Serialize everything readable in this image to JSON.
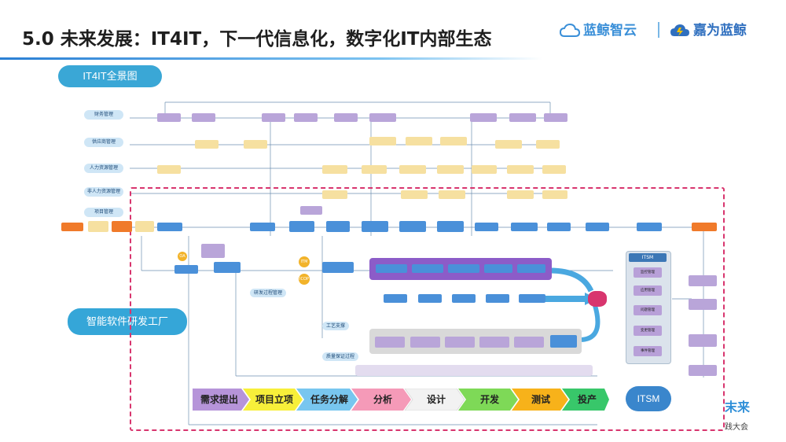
{
  "header": {
    "title": "5.0 未来发展：IT4IT，下一代信息化，数字化IT内部生态",
    "logo_left": "蓝鲸智云",
    "logo_right": "嘉为蓝鲸"
  },
  "pills": {
    "top": "IT4IT全景图",
    "side": "智能软件研发工厂"
  },
  "rows": [
    "财务管理",
    "供应商管理",
    "人力资源管理",
    "非人力资源管理",
    "项目管理"
  ],
  "sections": {
    "dev_process": "研发过程管理",
    "craft_support": "工艺支撑",
    "quality": "质量保证过程"
  },
  "circles": {
    "oa": "OA",
    "itm": "ITM",
    "icop": "ICOP"
  },
  "itsm_panel": {
    "title": "ITSM",
    "items": [
      "监控管理",
      "应用管理",
      "问题管理",
      "变更管理",
      "事件管理"
    ]
  },
  "stages": [
    "需求提出",
    "项目立项",
    "任务分解",
    "分析",
    "设计",
    "开发",
    "测试",
    "投产"
  ],
  "itsm_pill": "ITSM",
  "corner": {
    "top": "末来",
    "bottom": "践大会"
  },
  "colors": {
    "accent": "#3aa7d6",
    "frame": "#d8356e",
    "process": "#8c5cc8",
    "flow": "#4aa8e0"
  }
}
